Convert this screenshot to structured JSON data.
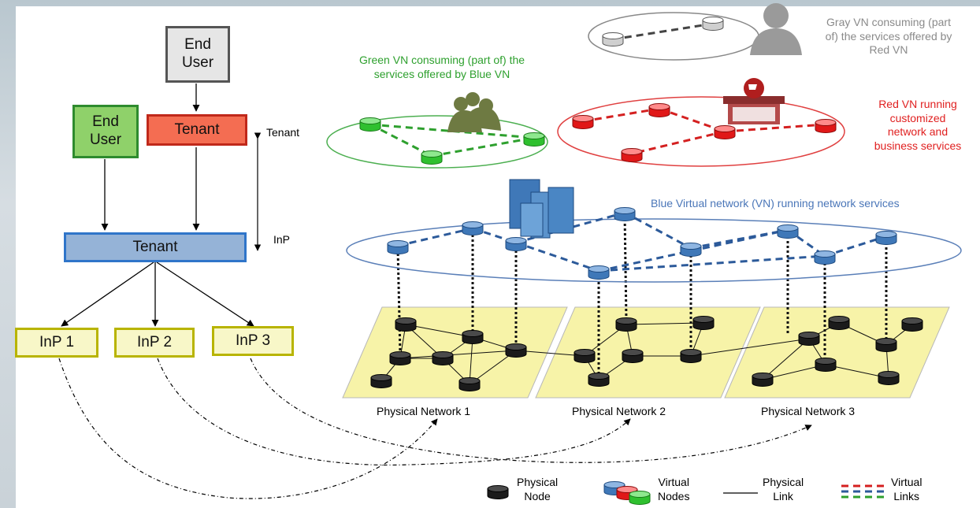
{
  "hierarchy": {
    "end_user_top": [
      "End",
      "User"
    ],
    "end_user_left": [
      "End",
      "User"
    ],
    "tenant_top": "Tenant",
    "tenant_main": "Tenant",
    "inps": [
      "InP 1",
      "InP 2",
      "InP 3"
    ],
    "axis_top": "Tenant",
    "axis_bottom": "InP"
  },
  "networks": {
    "gray_vn": [
      "Gray  VN consuming (part",
      "of) the services offered by",
      "Red VN"
    ],
    "green_vn": [
      "Green VN consuming (part of) the",
      "services offered by Blue VN"
    ],
    "red_vn": [
      "Red VN running",
      "customized",
      "network and",
      "business services"
    ],
    "blue_vn": "Blue Virtual network (VN) running network services",
    "physical": [
      "Physical Network 1",
      "Physical Network 2",
      "Physical Network 3"
    ]
  },
  "legend": {
    "physical_node": [
      "Physical",
      "Node"
    ],
    "virtual_nodes": [
      "Virtual",
      "Nodes"
    ],
    "physical_link": [
      "Physical",
      "Link"
    ],
    "virtual_links": [
      "Virtual",
      "Links"
    ]
  },
  "colors": {
    "green": "#2ea02e",
    "red": "#e02020",
    "blue": "#2c5a9a",
    "gray_text": "#8a8a8a",
    "plane": "#f7f3a8",
    "inp_box": "#f8f7c8",
    "tenant_blue": "#95b3d7",
    "tenant_red": "#f46d52",
    "end_user_green": "#8fd16a",
    "end_user_gray": "#e6e6e6"
  }
}
